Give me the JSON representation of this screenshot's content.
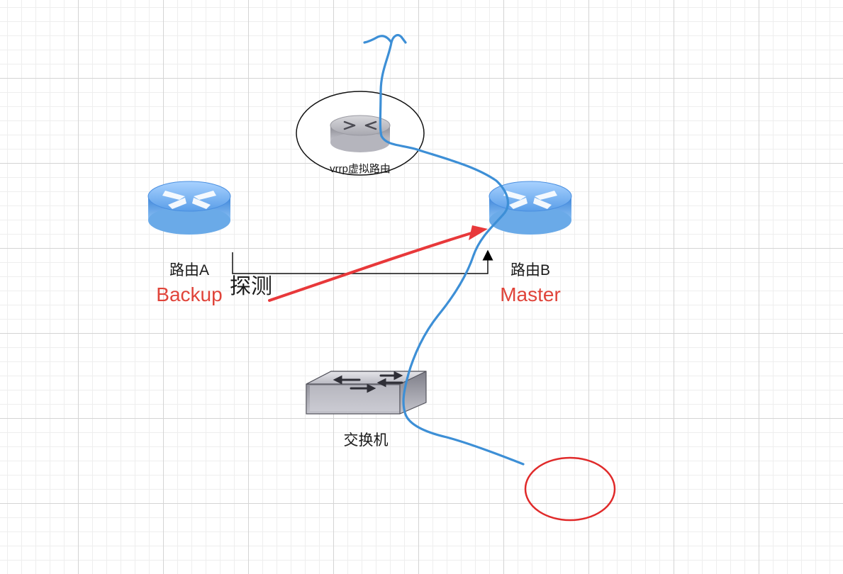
{
  "nodes": {
    "virtual_router": {
      "label": "vrrp虚拟路由"
    },
    "router_a": {
      "label": "路由A",
      "role": "Backup"
    },
    "router_b": {
      "label": "路由B",
      "role": "Master"
    },
    "switch": {
      "label": "交换机"
    }
  },
  "edges": {
    "probe": {
      "label": "探测"
    }
  },
  "colors": {
    "role_text": "#e0443a",
    "traffic_path": "#3d8fd6",
    "probe_arrow": "#e8383a",
    "highlight_circle": "#e02a2a",
    "router_blue": "#4a8fe0",
    "text": "#1a1a1a"
  },
  "icons": {
    "router_a": "router-icon",
    "router_b": "router-icon",
    "virtual_router": "router-icon",
    "switch": "switch-icon"
  }
}
